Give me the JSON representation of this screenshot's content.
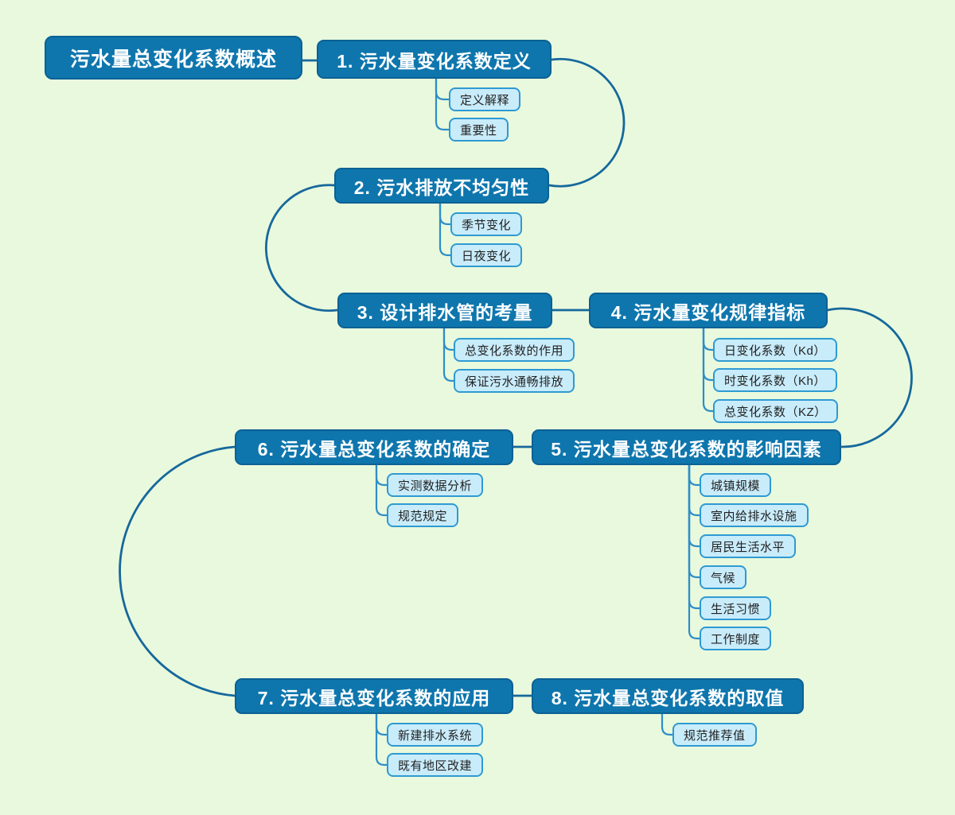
{
  "colors": {
    "background": "#e9f9dd",
    "main_node_fill": "#0e76ad",
    "main_node_border": "#0c6194",
    "main_node_text": "#ffffff",
    "sub_node_fill": "#c9ecfb",
    "sub_node_border": "#2e9ad2",
    "sub_node_text": "#222222",
    "connector": "#16689c",
    "stem_connector": "#2d8ec7"
  },
  "mindmap": {
    "root": {
      "label": "污水量总变化系数概述"
    },
    "branches": [
      {
        "label": "1. 污水量变化系数定义",
        "children": [
          "定义解释",
          "重要性"
        ]
      },
      {
        "label": "2. 污水排放不均匀性",
        "children": [
          "季节变化",
          "日夜变化"
        ]
      },
      {
        "label": "3. 设计排水管的考量",
        "children": [
          "总变化系数的作用",
          "保证污水通畅排放"
        ]
      },
      {
        "label": "4. 污水量变化规律指标",
        "children": [
          "日变化系数（Kd）",
          "时变化系数（Kh）",
          "总变化系数（KZ）"
        ]
      },
      {
        "label": "5. 污水量总变化系数的影响因素",
        "children": [
          "城镇规模",
          "室内给排水设施",
          "居民生活水平",
          "气候",
          "生活习惯",
          "工作制度"
        ]
      },
      {
        "label": "6. 污水量总变化系数的确定",
        "children": [
          "实测数据分析",
          "规范规定"
        ]
      },
      {
        "label": "7. 污水量总变化系数的应用",
        "children": [
          "新建排水系统",
          "既有地区改建"
        ]
      },
      {
        "label": "8. 污水量总变化系数的取值",
        "children": [
          "规范推荐值"
        ]
      }
    ]
  }
}
